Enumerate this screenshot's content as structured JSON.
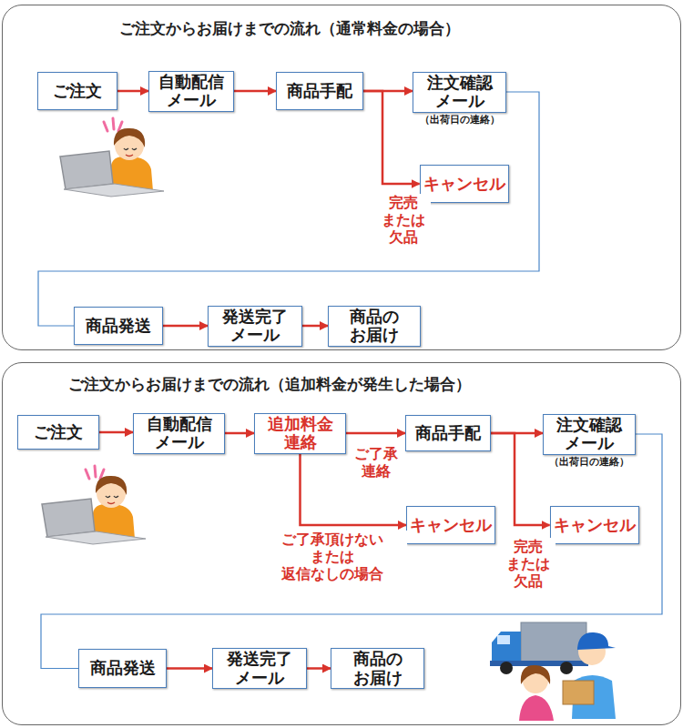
{
  "diagram": {
    "nodes": [
      {
        "text": [
          "ご注文からお届けまでの流れ（通常料金の場合）"
        ]
      },
      {
        "text": [
          "ご注文"
        ],
        "in": 0
      },
      {
        "text": [
          "自動配信 メール"
        ],
        "in": 0
      },
      {
        "text": [
          "商品手配"
        ],
        "in": 0
      },
      {
        "text": [
          "注文確認 メール",
          "（出荷日の連絡）"
        ],
        "in": 0
      },
      {
        "text": [
          "キャンセル"
        ],
        "in": 0
      },
      {
        "text": [
          "商品発送"
        ],
        "in": 0
      },
      {
        "text": [
          "発送完了 メール"
        ],
        "in": 0
      },
      {
        "text": [
          "商品の お届け"
        ],
        "in": 0
      },
      {
        "text": [
          "ご注文からお届けまでの流れ（追加料金が発生した場合）"
        ]
      },
      {
        "text": [
          "ご注文"
        ],
        "in": 9
      },
      {
        "text": [
          "自動配信 メール"
        ],
        "in": 9
      },
      {
        "text": [
          "追加料金 連絡"
        ],
        "in": 9
      },
      {
        "text": [
          "商品手配"
        ],
        "in": 9
      },
      {
        "text": [
          "注文確認 メール",
          "（出荷日の連絡）"
        ],
        "in": 9
      },
      {
        "text": [
          "キャンセル"
        ],
        "in": 9
      },
      {
        "text": [
          "キャンセル"
        ],
        "in": 9
      },
      {
        "text": [
          "商品発送"
        ],
        "in": 9
      },
      {
        "text": [
          "発送完了 メール"
        ],
        "in": 9
      },
      {
        "text": [
          "商品の お届け"
        ],
        "in": 9
      }
    ],
    "edges": [
      {
        "from": 1,
        "to": 2,
        "arrow": "to"
      },
      {
        "from": 2,
        "to": 3,
        "arrow": "to"
      },
      {
        "from": 3,
        "to": 4,
        "arrow": "to"
      },
      {
        "from": 3,
        "to": 5,
        "label": "完売 または 欠品",
        "arrow": "to"
      },
      {
        "from": 4,
        "to": 6,
        "arrow": "none"
      },
      {
        "from": 6,
        "to": 7,
        "arrow": "to"
      },
      {
        "from": 7,
        "to": 8,
        "arrow": "to"
      },
      {
        "from": 10,
        "to": 11,
        "arrow": "to"
      },
      {
        "from": 11,
        "to": 12,
        "arrow": "to"
      },
      {
        "from": 12,
        "to": 13,
        "label": "ご了承 連絡",
        "arrow": "to"
      },
      {
        "from": 12,
        "to": 15,
        "label": "ご了承頂けない または 返信なしの場合",
        "arrow": "to"
      },
      {
        "from": 13,
        "to": 14,
        "arrow": "to"
      },
      {
        "from": 13,
        "to": 16,
        "label": "完売 または 欠品",
        "arrow": "to"
      },
      {
        "from": 14,
        "to": 17,
        "arrow": "none"
      },
      {
        "from": 17,
        "to": 18,
        "arrow": "to"
      },
      {
        "from": 18,
        "to": 19,
        "arrow": "to"
      }
    ]
  }
}
